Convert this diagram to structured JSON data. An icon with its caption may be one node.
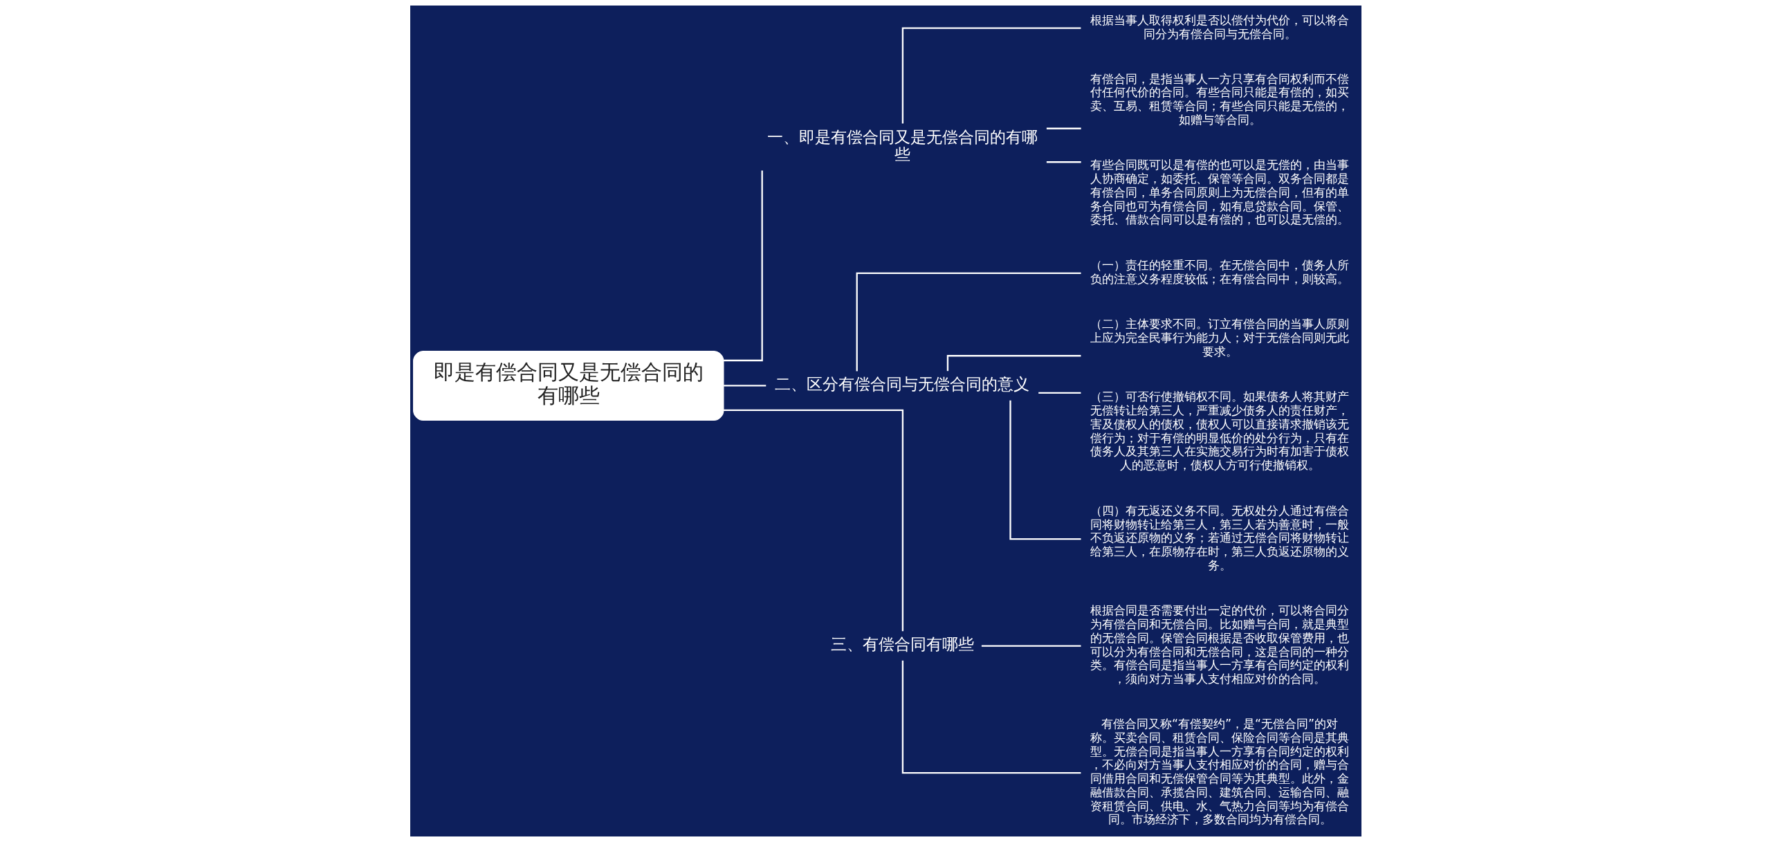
{
  "diagram": {
    "nodes": [
      {
        "text": [
          "即是有偿合同又是无偿合同的有哪些"
        ]
      },
      {
        "text": [
          "一、即是有偿合同又是无偿合同的有哪些"
        ]
      },
      {
        "text": [
          "根据当事人取得权利是否以偿付为代价，可以将合同分为有偿合同与无偿合同。"
        ]
      },
      {
        "text": [
          "有偿合同，是指当事人一方只享有合同权利而不偿付任何代价的合同。有些合同只能是有偿的，如买卖、互易、租赁等合同；有些合同只能是无偿的，如赠与等合同。"
        ]
      },
      {
        "text": [
          "有些合同既可以是有偿的也可以是无偿的，由当事人协商确定，如委托、保管等合同。双务合同都是有偿合同，单务合同原则上为无偿合同，但有的单务合同也可为有偿合同，如有息贷款合同。保管、委托、借款合同可以是有偿的，也可以是无偿的。"
        ]
      },
      {
        "text": [
          "二、区分有偿合同与无偿合同的意义"
        ]
      },
      {
        "text": [
          "（一）责任的轻重不同。在无偿合同中，债务人所负的注意义务程度较低；在有偿合同中，则较高。"
        ]
      },
      {
        "text": [
          "（二）主体要求不同。订立有偿合同的当事人原则上应为完全民事行为能力人；对于无偿合同则无此要求。"
        ]
      },
      {
        "text": [
          "（三）可否行使撤销权不同。如果债务人将其财产无偿转让给第三人，严重减少债务人的责任财产，害及债权人的债权，债权人可以直接请求撤销该无偿行为；对于有偿的明显低价的处分行为，只有在债务人及其第三人在实施交易行为时有加害于债权人的恶意时，债权人方可行使撤销权。"
        ]
      },
      {
        "text": [
          "（四）有无返还义务不同。无权处分人通过有偿合同将财物转让给第三人，第三人若为善意时，一般不负返还原物的义务；若通过无偿合同将财物转让给第三人，在原物存在时，第三人负返还原物的义务。"
        ]
      },
      {
        "text": [
          "三、有偿合同有哪些"
        ]
      },
      {
        "text": [
          "根据合同是否需要付出一定的代价，可以将合同分为有偿合同和无偿合同。比如赠与合同，就是典型的无偿合同。保管合同根据是否收取保管费用，也可以分为有偿合同和无偿合同，这是合同的一种分类。有偿合同是指当事人一方享有合同约定的权利，须向对方当事人支付相应对价的合同。"
        ]
      },
      {
        "text": [
          "有偿合同又称“有偿契约”，是“无偿合同”的对称。买卖合同、租赁合同、保险合同等合同是其典型。无偿合同是指当事人一方享有合同约定的权利，不必向对方当事人支付相应对价的合同，赠与合同借用合同和无偿保管合同等为其典型。此外，金融借款合同、承揽合同、建筑合同、运输合同、融资租赁合同、供电、水、气热力合同等均为有偿合同。市场经济下，多数合同均为有偿合同。"
        ]
      }
    ],
    "edges": [
      {
        "from": 0,
        "to": 1,
        "arrow": "none"
      },
      {
        "from": 1,
        "to": 2,
        "arrow": "none"
      },
      {
        "from": 1,
        "to": 3,
        "arrow": "none"
      },
      {
        "from": 1,
        "to": 4,
        "arrow": "none"
      },
      {
        "from": 0,
        "to": 5,
        "arrow": "none"
      },
      {
        "from": 5,
        "to": 6,
        "arrow": "none"
      },
      {
        "from": 5,
        "to": 7,
        "arrow": "none"
      },
      {
        "from": 5,
        "to": 8,
        "arrow": "none"
      },
      {
        "from": 5,
        "to": 9,
        "arrow": "none"
      },
      {
        "from": 0,
        "to": 10,
        "arrow": "none"
      },
      {
        "from": 10,
        "to": 11,
        "arrow": "none"
      },
      {
        "from": 10,
        "to": 12,
        "arrow": "none"
      }
    ]
  }
}
